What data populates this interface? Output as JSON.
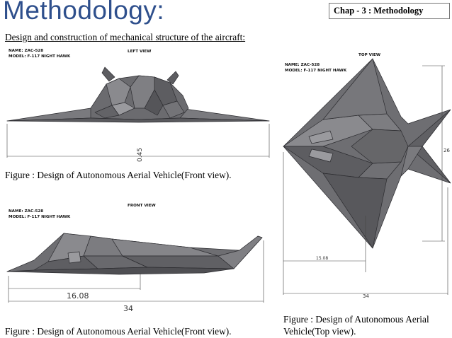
{
  "slide": {
    "title": "Methodology:",
    "chapter": "Chap - 3 : Methodology",
    "subtitle": "Design and construction of mechanical structure of the aircraft:"
  },
  "left_view": {
    "label_name": "NAME: ZAC-528",
    "label_model": "MODEL: F-117 NIGHT HAWK",
    "view_title": "LEFT VIEW",
    "dimension": "0.45"
  },
  "front_view": {
    "label_name": "NAME: ZAC-528",
    "label_model": "MODEL: F-117 NIGHT HAWK",
    "view_title": "FRONT VIEW",
    "dimension_short": "16.08",
    "dimension_long": "34"
  },
  "top_view": {
    "label_name": "NAME: ZAC-528",
    "label_model": "MODEL: F-117 NIGHT HAWK",
    "view_title": "TOP VIEW",
    "dimension_height": "26",
    "dimension_short": "15.08",
    "dimension_long": "34"
  },
  "captions": {
    "front_view_1": "Figure : Design of Autonomous Aerial Vehicle(Front view).",
    "front_view_2": "Figure : Design of Autonomous Aerial Vehicle(Front view).",
    "top_view": "Figure : Design of Autonomous Aerial Vehicle(Top view)."
  },
  "colors": {
    "title": "#2e4f8c",
    "aircraft_body": "#6e6e72",
    "aircraft_light": "#8a8a8e",
    "aircraft_edge": "#2c2c30"
  }
}
